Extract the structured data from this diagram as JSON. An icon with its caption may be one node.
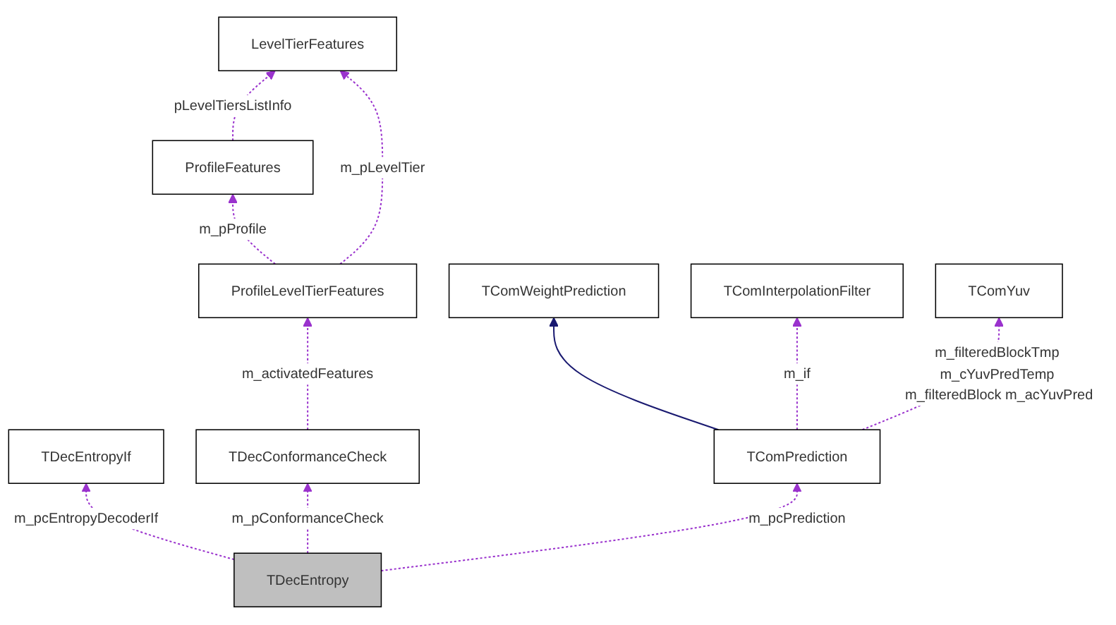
{
  "diagram": {
    "nodes": [
      {
        "text": [
          "LevelTierFeatures"
        ]
      },
      {
        "text": [
          "ProfileFeatures"
        ]
      },
      {
        "text": [
          "ProfileLevelTierFeatures"
        ]
      },
      {
        "text": [
          "TComWeightPrediction"
        ]
      },
      {
        "text": [
          "TComInterpolationFilter"
        ]
      },
      {
        "text": [
          "TComYuv"
        ]
      },
      {
        "text": [
          "TDecEntropyIf"
        ]
      },
      {
        "text": [
          "TDecConformanceCheck"
        ]
      },
      {
        "text": [
          "TComPrediction"
        ]
      },
      {
        "text": [
          "TDecEntropy"
        ]
      }
    ],
    "edges": [
      {
        "from": 1,
        "to": 0,
        "arrow": "to",
        "label": "pLevelTiersListInfo",
        "style": "dashed"
      },
      {
        "from": 2,
        "to": 0,
        "arrow": "to",
        "label": "m_pLevelTier",
        "style": "dashed"
      },
      {
        "from": 2,
        "to": 1,
        "arrow": "to",
        "label": "m_pProfile",
        "style": "dashed"
      },
      {
        "from": 7,
        "to": 2,
        "arrow": "to",
        "label": "m_activatedFeatures",
        "style": "dashed"
      },
      {
        "from": 8,
        "to": 3,
        "arrow": "to",
        "color": "#191970"
      },
      {
        "from": 8,
        "to": 4,
        "arrow": "to",
        "label": "m_if",
        "style": "dashed"
      },
      {
        "from": 8,
        "to": 5,
        "arrow": "to",
        "label": "m_filteredBlockTmp m_cYuvPredTemp m_filteredBlock m_acYuvPred",
        "style": "dashed"
      },
      {
        "from": 9,
        "to": 6,
        "arrow": "to",
        "label": "m_pcEntropyDecoderIf",
        "style": "dashed"
      },
      {
        "from": 9,
        "to": 7,
        "arrow": "to",
        "label": "m_pConformanceCheck",
        "style": "dashed"
      },
      {
        "from": 9,
        "to": 8,
        "arrow": "to",
        "label": "m_pcPrediction",
        "style": "dashed"
      }
    ]
  }
}
